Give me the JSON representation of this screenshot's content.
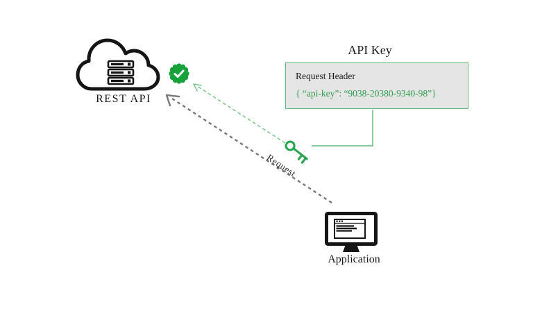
{
  "colors": {
    "badge_green": "#17a23b",
    "key_green": "#2aa551",
    "connector_green": "#5cb879",
    "dashed_green": "#72c488",
    "text_green": "#2f9e4f",
    "gray_arrow": "#787878",
    "icon_black": "#151515",
    "box_bg": "#e5e5e5",
    "border_green": "#5ab879"
  },
  "cloud": {
    "label": "REST API"
  },
  "api_key": {
    "title": "API Key",
    "header_label": "Request Header",
    "key_line": "{ “api-key”: “9038-20380-9340-98”}"
  },
  "arrows": {
    "request_label": "Request"
  },
  "application": {
    "label": "Application"
  }
}
